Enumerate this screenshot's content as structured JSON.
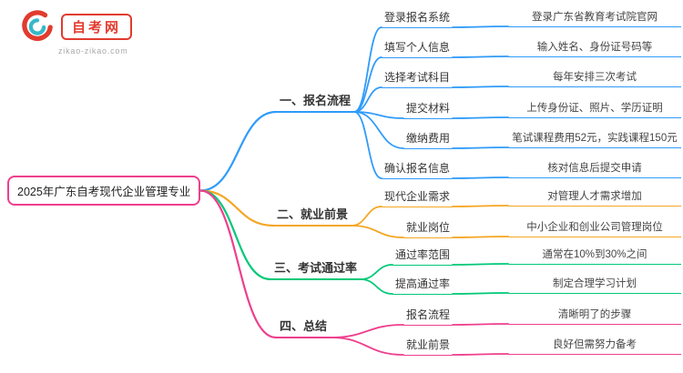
{
  "logo": {
    "name": "自考网",
    "domain": "zikao-zikao.com",
    "brand_red": "#e23b2e",
    "brand_cyan": "#38b8c8"
  },
  "root": {
    "title": "2025年广东自考现代企业管理专业"
  },
  "branches": [
    {
      "label": "一、报名流程",
      "color": "#2f9bfa",
      "children": [
        {
          "label": "登录报名系统",
          "value": "登录广东省教育考试院官网"
        },
        {
          "label": "填写个人信息",
          "value": "输入姓名、身份证号码等"
        },
        {
          "label": "选择考试科目",
          "value": "每年安排三次考试"
        },
        {
          "label": "提交材料",
          "value": "上传身份证、照片、学历证明"
        },
        {
          "label": "缴纳费用",
          "value": "笔试课程费用52元，实践课程150元"
        },
        {
          "label": "确认报名信息",
          "value": "核对信息后提交申请"
        }
      ]
    },
    {
      "label": "二、就业前景",
      "color": "#f5a623",
      "children": [
        {
          "label": "现代企业需求",
          "value": "对管理人才需求增加"
        },
        {
          "label": "就业岗位",
          "value": "中小企业和创业公司管理岗位"
        }
      ]
    },
    {
      "label": "三、考试通过率",
      "color": "#00c878",
      "children": [
        {
          "label": "通过率范围",
          "value": "通常在10%到30%之间"
        },
        {
          "label": "提高通过率",
          "value": "制定合理学习计划"
        }
      ]
    },
    {
      "label": "四、总结",
      "color": "#ee3f8e",
      "children": [
        {
          "label": "报名流程",
          "value": "清晰明了的步骤"
        },
        {
          "label": "就业前景",
          "value": "良好但需努力备考"
        }
      ]
    }
  ],
  "colors": {
    "root_border": "#ee3f8e",
    "text": "#333333",
    "background": "#ffffff"
  }
}
